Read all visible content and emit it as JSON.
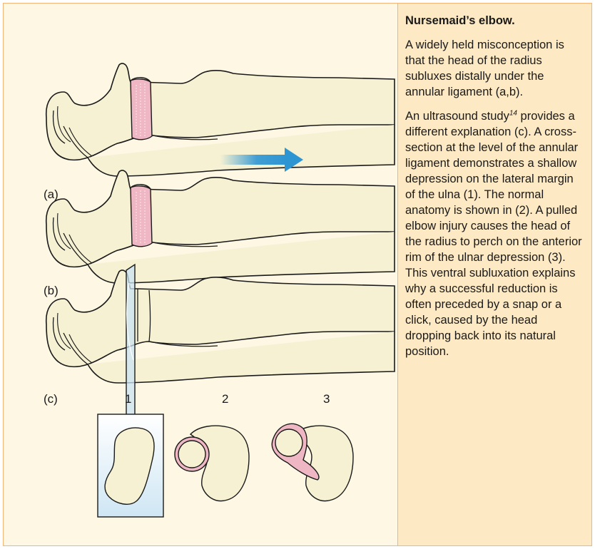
{
  "caption": {
    "title": "Nursemaid’s elbow.",
    "para1": "A widely held misconception is that the head of the radius subluxes distally under the annular ligament (a,b).",
    "para2_pre": "An ultrasound study",
    "para2_ref": "14",
    "para2_post": " provides a different explanation (c). A cross-section at the level of the annular ligament demonstrates a shallow depression on the lateral margin of the ulna (1). The normal anatomy is shown in (2). A pulled elbow injury causes the head of the radius to perch on the anterior rim of the ulnar depression (3). This ventral subluxation explains why a successful reduction is often preceded by a snap or a click, caused by the head dropping back into its natural position."
  },
  "figure": {
    "panel_labels": [
      "(a)",
      "(b)",
      "(c)"
    ],
    "cross_section_labels": [
      "1",
      "2",
      "3"
    ],
    "colors": {
      "bone_fill": "#f5f1d2",
      "ligament": "#efb7c3",
      "arrow": "#2e95d3",
      "plane": "#c9e3f3",
      "panel_border": "#f3b476",
      "caption_bg": "#fde9c4",
      "figure_bg": "#fdf7e3"
    },
    "arrow_direction": "right"
  }
}
